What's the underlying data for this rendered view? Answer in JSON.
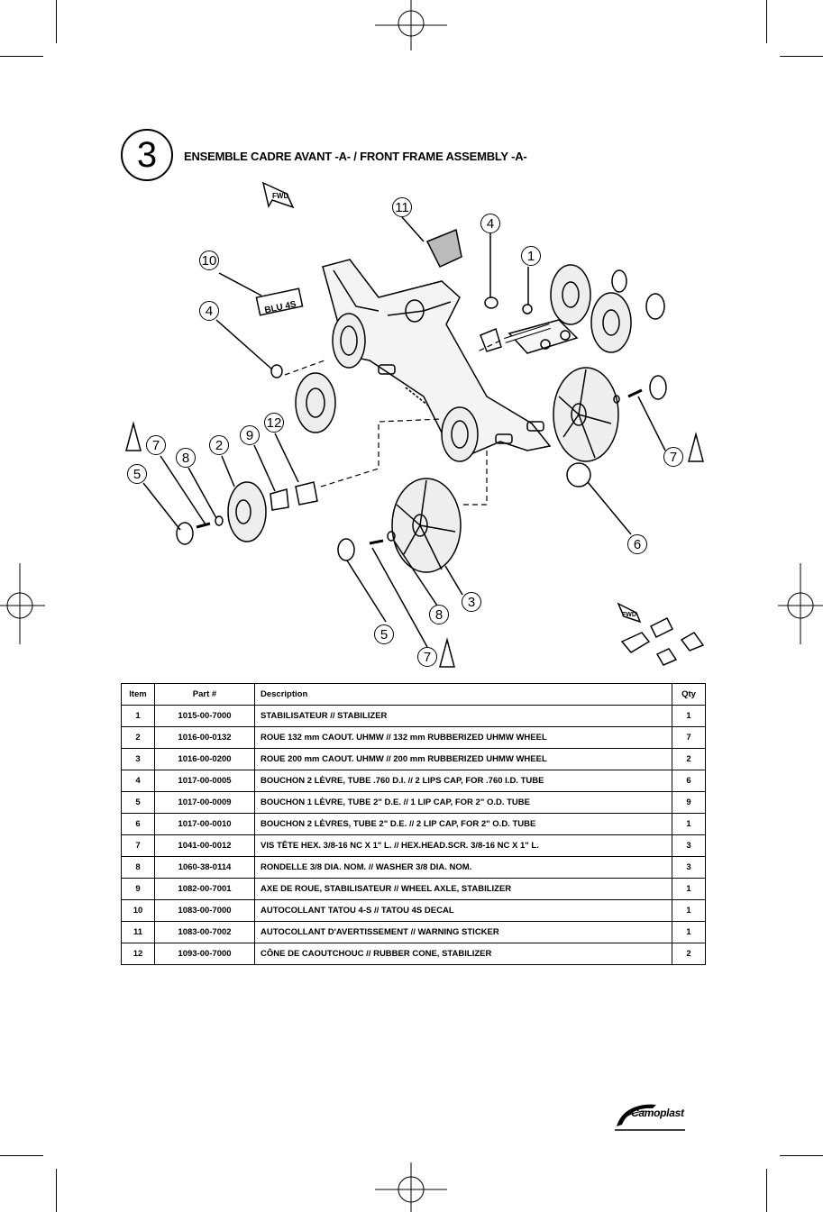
{
  "section": {
    "number": "3",
    "title": "ENSEMBLE CADRE AVANT -A- / FRONT FRAME ASSEMBLY -A-"
  },
  "diagram": {
    "callouts": [
      "11",
      "4",
      "1",
      "10",
      "4",
      "7",
      "8",
      "2",
      "9",
      "12",
      "5",
      "7",
      "6",
      "3",
      "8",
      "5",
      "7"
    ],
    "labels": {
      "fwd": "FWD",
      "decal": "BLU 4S"
    }
  },
  "table": {
    "headers": {
      "item": "Item",
      "part": "Part #",
      "description": "Description",
      "qty": "Qty"
    },
    "rows": [
      {
        "item": "1",
        "part": "1015-00-7000",
        "description": "STABILISATEUR   //   STABILIZER",
        "qty": "1"
      },
      {
        "item": "2",
        "part": "1016-00-0132",
        "description": "ROUE 132 mm CAOUT. UHMW   //   132 mm RUBBERIZED UHMW WHEEL",
        "qty": "7"
      },
      {
        "item": "3",
        "part": "1016-00-0200",
        "description": "ROUE 200 mm CAOUT. UHMW   //   200 mm RUBBERIZED UHMW WHEEL",
        "qty": "2"
      },
      {
        "item": "4",
        "part": "1017-00-0005",
        "description": "BOUCHON 2 LÈVRE, TUBE .760 D.I.   //   2 LIPS CAP, FOR .760 I.D. TUBE",
        "qty": "6"
      },
      {
        "item": "5",
        "part": "1017-00-0009",
        "description": "BOUCHON 1 LÈVRE, TUBE 2\" D.E.   //   1 LIP CAP, FOR 2\" O.D. TUBE",
        "qty": "9"
      },
      {
        "item": "6",
        "part": "1017-00-0010",
        "description": "BOUCHON 2 LÈVRES, TUBE 2\" D.E.   //   2 LIP CAP, FOR 2\" O.D. TUBE",
        "qty": "1"
      },
      {
        "item": "7",
        "part": "1041-00-0012",
        "description": "VIS TÊTE HEX. 3/8-16 NC X 1\" L.   //   HEX.HEAD.SCR. 3/8-16 NC X 1\" L.",
        "qty": "3"
      },
      {
        "item": "8",
        "part": "1060-38-0114",
        "description": "RONDELLE 3/8 DIA. NOM.   //   WASHER 3/8 DIA. NOM.",
        "qty": "3"
      },
      {
        "item": "9",
        "part": "1082-00-7001",
        "description": "AXE DE ROUE, STABILISATEUR   //   WHEEL AXLE, STABILIZER",
        "qty": "1"
      },
      {
        "item": "10",
        "part": "1083-00-7000",
        "description": "AUTOCOLLANT TATOU 4-S   //   TATOU 4S DECAL",
        "qty": "1"
      },
      {
        "item": "11",
        "part": "1083-00-7002",
        "description": "AUTOCOLLANT D'AVERTISSEMENT   //   WARNING STICKER",
        "qty": "1"
      },
      {
        "item": "12",
        "part": "1093-00-7000",
        "description": "CÔNE DE CAOUTCHOUC   //   RUBBER CONE, STABILIZER",
        "qty": "2"
      }
    ]
  },
  "logo": {
    "text": "Camoplast"
  }
}
